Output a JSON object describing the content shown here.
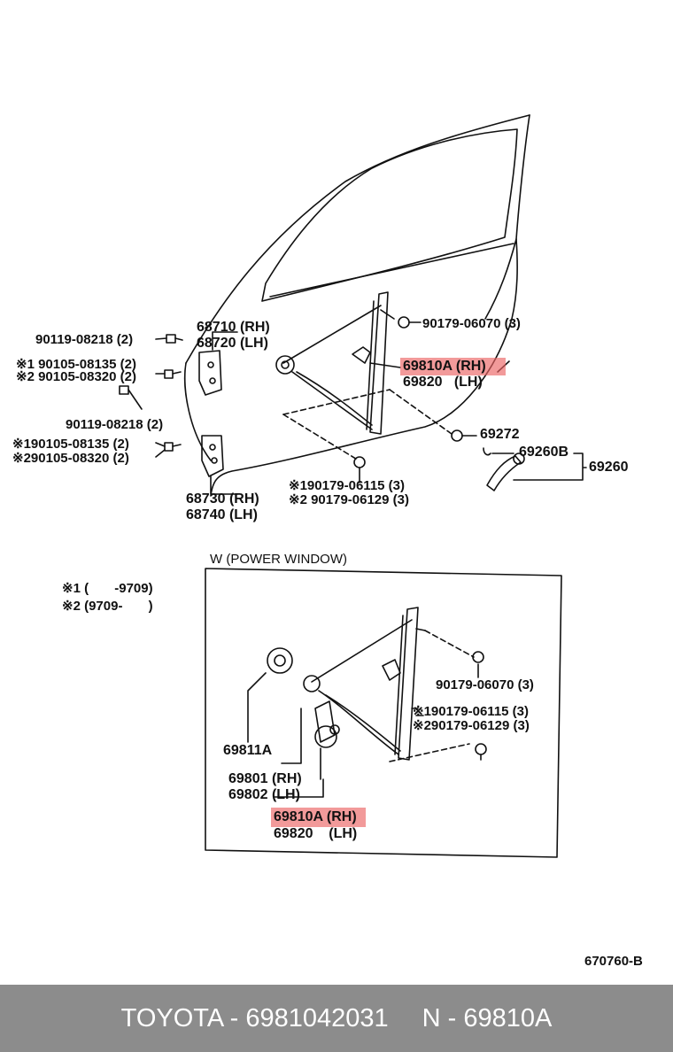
{
  "labels": {
    "p68710": "68710 (RH)",
    "p68720": "68720 (LH)",
    "p90119a": "90119-08218 (2)",
    "p90105a": "※1 90105-08135 (2)",
    "p90105b": "※2 90105-08320 (2)",
    "p90119b": "90119-08218 (2)",
    "p90105c": "※190105-08135 (2)",
    "p90105d": "※290105-08320 (2)",
    "p68730": "68730 (RH)",
    "p68740": "68740 (LH)",
    "p90179a": "90179-06070 (3)",
    "p69810a_top": "69810A (RH)",
    "p69820_top": "69820   (LH)",
    "p69272": "69272",
    "p69260b": "69260B",
    "p69260": "69260",
    "p90179b": "※190179-06115 (3)",
    "p90179c": "※2 90179-06129 (3)",
    "section_title": "W (POWER WINDOW)",
    "note1": "※1 (       -9709)",
    "note2": "※2 (9709-       )",
    "p90179d": "90179-06070 (3)",
    "p90179e": "※190179-06115 (3)",
    "p90179f": "※290179-06129 (3)",
    "p69811a": "69811A",
    "p69801": "69801 (RH)",
    "p69802": "69802 (LH)",
    "p69810a_bot": "69810A (RH)",
    "p69820_bot": "69820    (LH)",
    "ref_code": "670760-B"
  },
  "footer": {
    "brand_part": "TOYOTA - 6981042031",
    "n_part": "N - 69810A"
  },
  "colors": {
    "highlight": "#eb6464",
    "footer_bg": "#8c8c8c",
    "line": "#111111"
  }
}
